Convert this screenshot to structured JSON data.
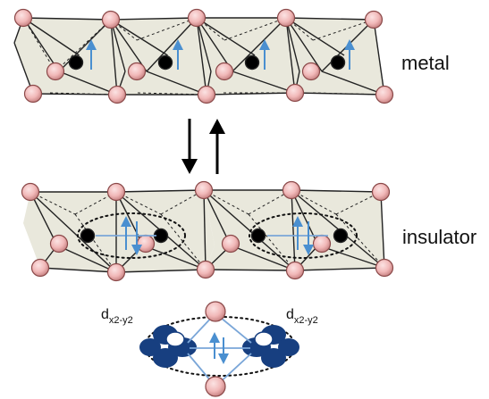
{
  "labels": {
    "metal": "metal",
    "insulator": "insulator",
    "orbital_left": {
      "base": "d",
      "sub": "x2-y2"
    },
    "orbital_right": {
      "base": "d",
      "sub": "x2-y2"
    }
  },
  "colors": {
    "octahedron_face": "#e9e8dc",
    "atom_fill": "#f1b8b8",
    "atom_stroke": "#8a4848",
    "spin_arrow": "#4a8fd0",
    "orbital_fill": "#173f80",
    "bond_line": "#7aa6d8",
    "ion": "#000000",
    "transition_arrow": "#000000"
  },
  "transition": {
    "forward": "down-arrow",
    "backward": "up-arrow"
  }
}
